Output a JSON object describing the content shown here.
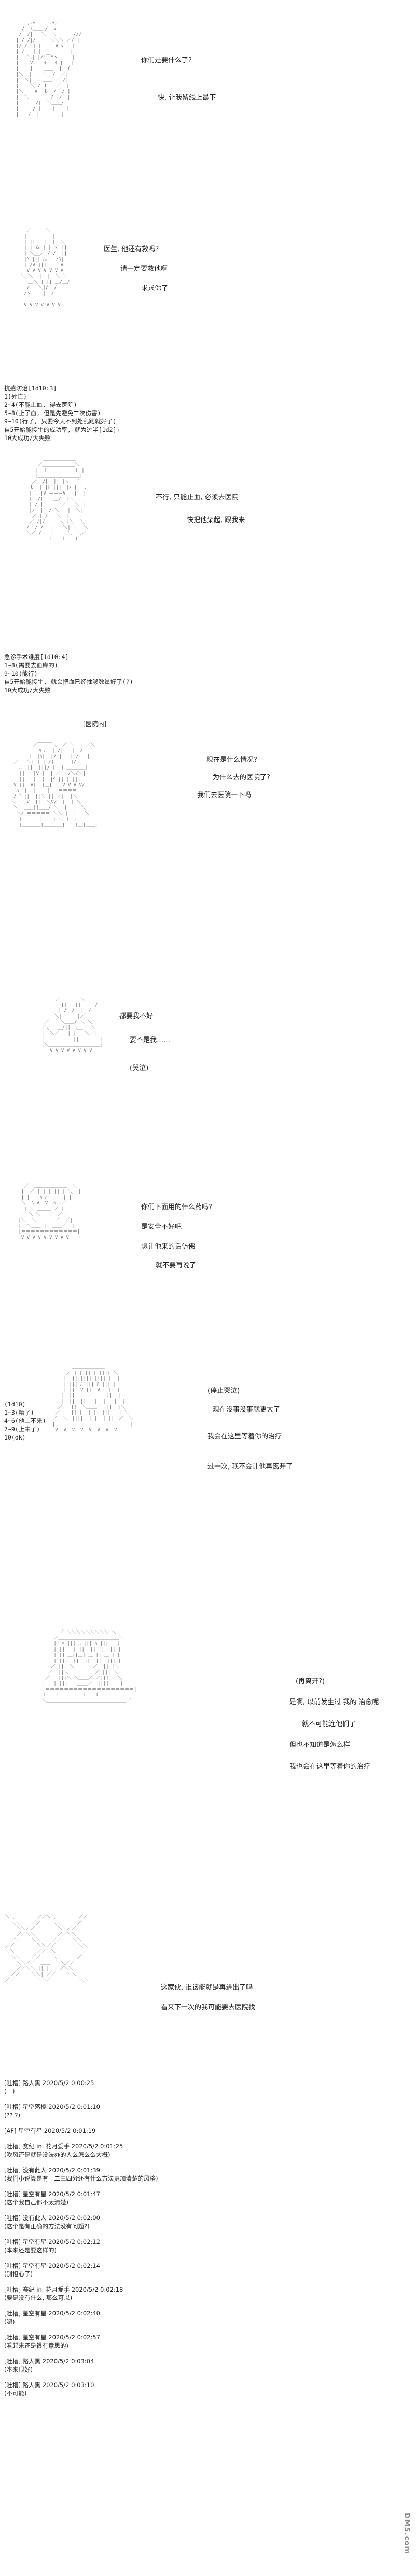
{
  "panels": [
    {
      "bubbles": [
        "你们是要什么了?",
        "快, 让我留线上最下"
      ]
    },
    {
      "bubbles": [
        "医生, 他还有救吗?",
        "请一定要救他啊",
        "求求你了"
      ]
    },
    {
      "note": [
        "抗感防治[1d10:3]",
        "1(死亡)",
        "2~4(不能止血, 得去医院)",
        "5~8(止了血, 但是先避免二次伤害)",
        "9~10(行了, 只要今天不到处乱跑就好了)",
        "自5开始能接生的成功率, 就为过半[1d2]+",
        "10大成功/大失败"
      ]
    },
    {
      "bubbles": [
        "不行, 只能止血, 必须去医院",
        "快把他架起, 跟我来"
      ]
    },
    {
      "note": [
        "急诊手术难度[1d10:4]",
        "1~8(需要去血库的)",
        "9~10(能行)",
        "自5开始能接生, 就会把血已经抽够数量好了(?)",
        "10大成功/大失败"
      ]
    },
    {
      "tag": "[医院内]",
      "bubbles": [
        "现在是什么情况?",
        "为什么去的医院了?",
        "我们去医院一下吗"
      ]
    },
    {
      "bubbles": [
        "都要我不好",
        "要不是我……",
        "(哭泣)"
      ]
    },
    {
      "bubbles": [
        "你们下面用的什么药吗?",
        "是安全不好吧",
        "想让他来的话仿佛",
        "就不要再说了"
      ]
    },
    {
      "note": [
        "(1d10)",
        "1~3(糟了)",
        "4~6(他上不来)",
        "7~9(上来了)",
        "10(ok)"
      ],
      "bubbles": [
        "(停止哭泣)",
        "现在没事没事就更大了",
        "我会在这里等着你的治疗",
        "过一次, 我不会让他再离开了"
      ]
    },
    {
      "bubbles": [
        "(再离开?)",
        "是啊, 以前发生过 我的 治愈呢",
        "就不可能连他们了",
        "但也不知道是怎么样",
        "我也会在这里等着你的治疗"
      ]
    },
    {
      "bubbles": [
        "这家伙, 谁该能就是再进出了吗",
        "看来下一次的我可能要去医院找"
      ]
    }
  ],
  "comments": [
    {
      "head": "[吐槽] 路人黑 2020/5/2 0:00:25",
      "body": "(一)"
    },
    {
      "head": "[吐槽] 星空落樱 2020/5/2 0:01:10",
      "body": "(?? ?)"
    },
    {
      "head": "[AF] 星空有星 2020/5/2 0:01:19  ",
      "body": ""
    },
    {
      "head": "[吐槽] 赛纪 in. 花月爱手 2020/5/2 0:01:25",
      "body": "(吹风还是就是没法办的人么怎么么大概)"
    },
    {
      "head": "[吐槽] 没有此人 2020/5/2 0:01:39",
      "body": "(我们小说算是有一二三四分还有什么方法更加清楚的风格)"
    },
    {
      "head": "[吐槽] 星空有星 2020/5/2 0:01:47",
      "body": "(这个我自己都不太清楚)"
    },
    {
      "head": "[吐槽] 没有此人 2020/5/2 0:02:00",
      "body": "(这个是有正确的方法没有问题?)"
    },
    {
      "head": "[吐槽] 星空有星 2020/5/2 0:02:12",
      "body": "(本来还是要这样的)"
    },
    {
      "head": "[吐槽] 星空有星 2020/5/2 0:02:14",
      "body": "(别担心了)"
    },
    {
      "head": "[吐槽] 赛纪 in. 花月爱手 2020/5/2 0:02:18",
      "body": "(要是没有什么, 那么可以)"
    },
    {
      "head": "[吐槽] 星空有星 2020/5/2 0:02:40",
      "body": "(嗯)"
    },
    {
      "head": "[吐槽] 星空有星 2020/5/2 0:02:57",
      "body": "(看起来还是很有意思的)"
    },
    {
      "head": "[吐槽] 路人黑 2020/5/2 0:03:04",
      "body": "(本来很好)"
    },
    {
      "head": "[吐槽] 路人黑 2020/5/2 0:03:10",
      "body": "(不可能)"
    }
  ],
  "watermark": "DM5.com"
}
